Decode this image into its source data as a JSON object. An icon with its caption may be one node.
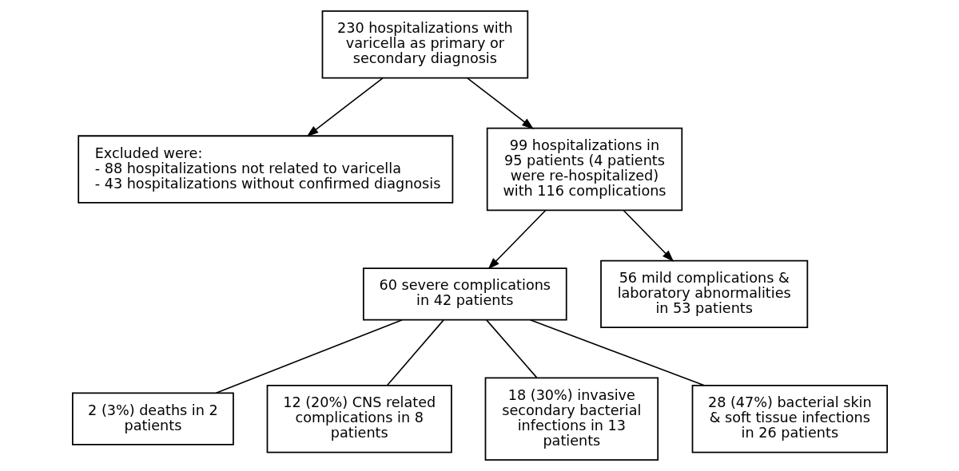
{
  "diagram": {
    "nodes": [
      {
        "text": [
          "230 hospitalizations with varicella as primary or secondary diagnosis"
        ]
      },
      {
        "text": [
          "Excluded were:",
          "- 88 hospitalizations not related to varicella",
          "- 43 hospitalizations without confirmed diagnosis"
        ]
      },
      {
        "text": [
          "99 hospitalizations in 95 patients (4 patients were re-hospitalized) with 116 complications"
        ]
      },
      {
        "text": [
          "60 severe complications in 42 patients"
        ]
      },
      {
        "text": [
          "56 mild complications & laboratory abnormalities in 53 patients"
        ]
      },
      {
        "text": [
          "2 (3%) deaths in 2 patients"
        ]
      },
      {
        "text": [
          "12 (20%) CNS related complications in 8 patients"
        ]
      },
      {
        "text": [
          "18 (30%) invasive secondary bacterial infections in 13 patients"
        ]
      },
      {
        "text": [
          "28 (47%) bacterial skin & soft tissue infections in 26 patients"
        ]
      }
    ],
    "edges": [
      {
        "from": 0,
        "to": 2,
        "arrow": "to"
      },
      {
        "from": 0,
        "to": 1,
        "arrow": "to"
      },
      {
        "from": 2,
        "to": 3,
        "arrow": "to"
      },
      {
        "from": 2,
        "to": 4,
        "arrow": "to"
      },
      {
        "from": 3,
        "to": 5,
        "arrow": "none"
      },
      {
        "from": 3,
        "to": 6,
        "arrow": "none"
      },
      {
        "from": 3,
        "to": 7,
        "arrow": "none"
      },
      {
        "from": 3,
        "to": 8,
        "arrow": "none"
      }
    ]
  }
}
